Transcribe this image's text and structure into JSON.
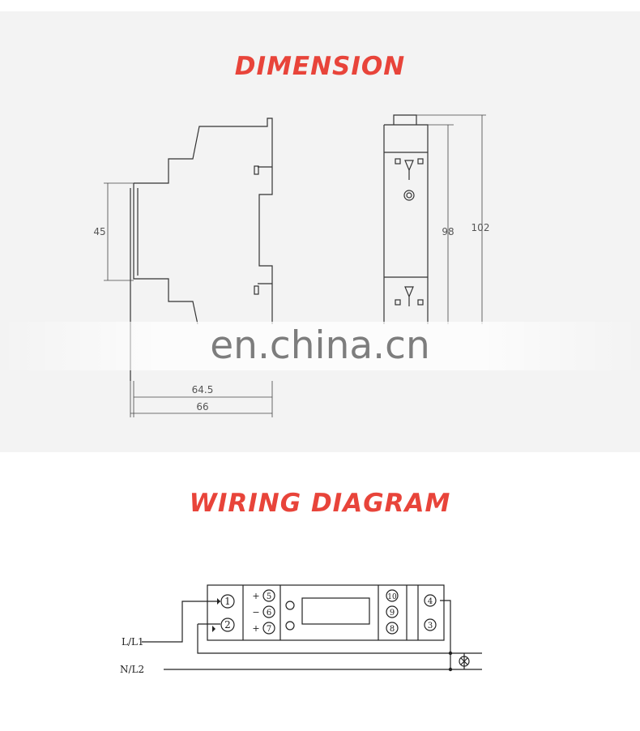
{
  "sections": {
    "dimension_title": "DIMENSION",
    "wiring_title": "WIRING DIAGRAM"
  },
  "watermark": "en.china.cn",
  "dimension": {
    "height_label": "45",
    "depth_inner_label": "64.5",
    "depth_outer_label": "66",
    "front_inner_label": "98",
    "front_outer_label": "102"
  },
  "wiring": {
    "line_label": "L/L1",
    "neutral_label": "N/L2",
    "terminals_left": [
      "1",
      "2"
    ],
    "terminals_pulse": [
      "5",
      "6",
      "7"
    ],
    "pulse_signs": [
      "+",
      "−",
      "+"
    ],
    "terminals_mid": [
      "10",
      "9",
      "8"
    ],
    "terminals_right": [
      "4",
      "3"
    ]
  },
  "colors": {
    "title": "#e8443a",
    "panel": "#f3f3f3"
  }
}
